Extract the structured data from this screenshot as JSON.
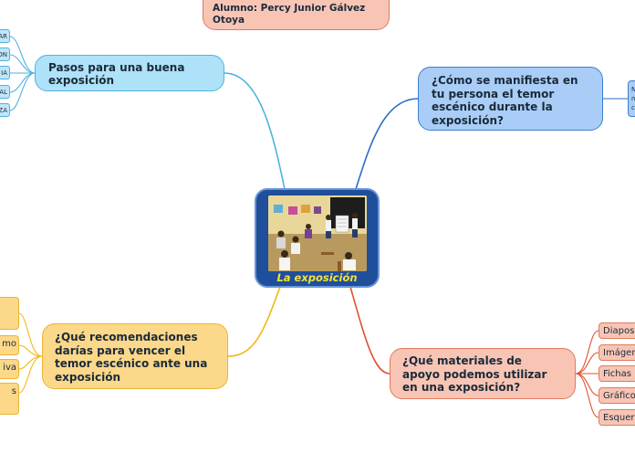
{
  "author": "Alumno: Percy Junior Gálvez Otoya",
  "central": {
    "title": "La exposición",
    "image_icon": "classroom-presentation-illustration"
  },
  "branches": {
    "pasos": {
      "title": "Pasos para una buena exposición",
      "leaves": [
        "AR",
        "ON",
        "IA",
        "AL",
        "ZA"
      ]
    },
    "como": {
      "title": "¿Cómo se manifiesta en tu persona el temor escénico durante la exposición?",
      "leaf": "N\nn\nc"
    },
    "recomendaciones": {
      "title": "¿Qué recomendaciones darías para vencer el temor escénico ante una exposición",
      "leaves": [
        "",
        "mo",
        "iva",
        "s"
      ]
    },
    "materiales": {
      "title": "¿Qué materiales de apoyo podemos utilizar en una exposición?",
      "leaves": [
        "Diapos",
        "Imágen",
        "Fichas",
        "Gráfico",
        "Esquer"
      ]
    }
  },
  "colors": {
    "blue_light": "#4fb3e0",
    "blue_dark": "#2a6bc8",
    "yellow": "#f2b817",
    "red": "#e0502f",
    "center_bg": "#1f4f9a",
    "center_title": "#f5e13a"
  }
}
